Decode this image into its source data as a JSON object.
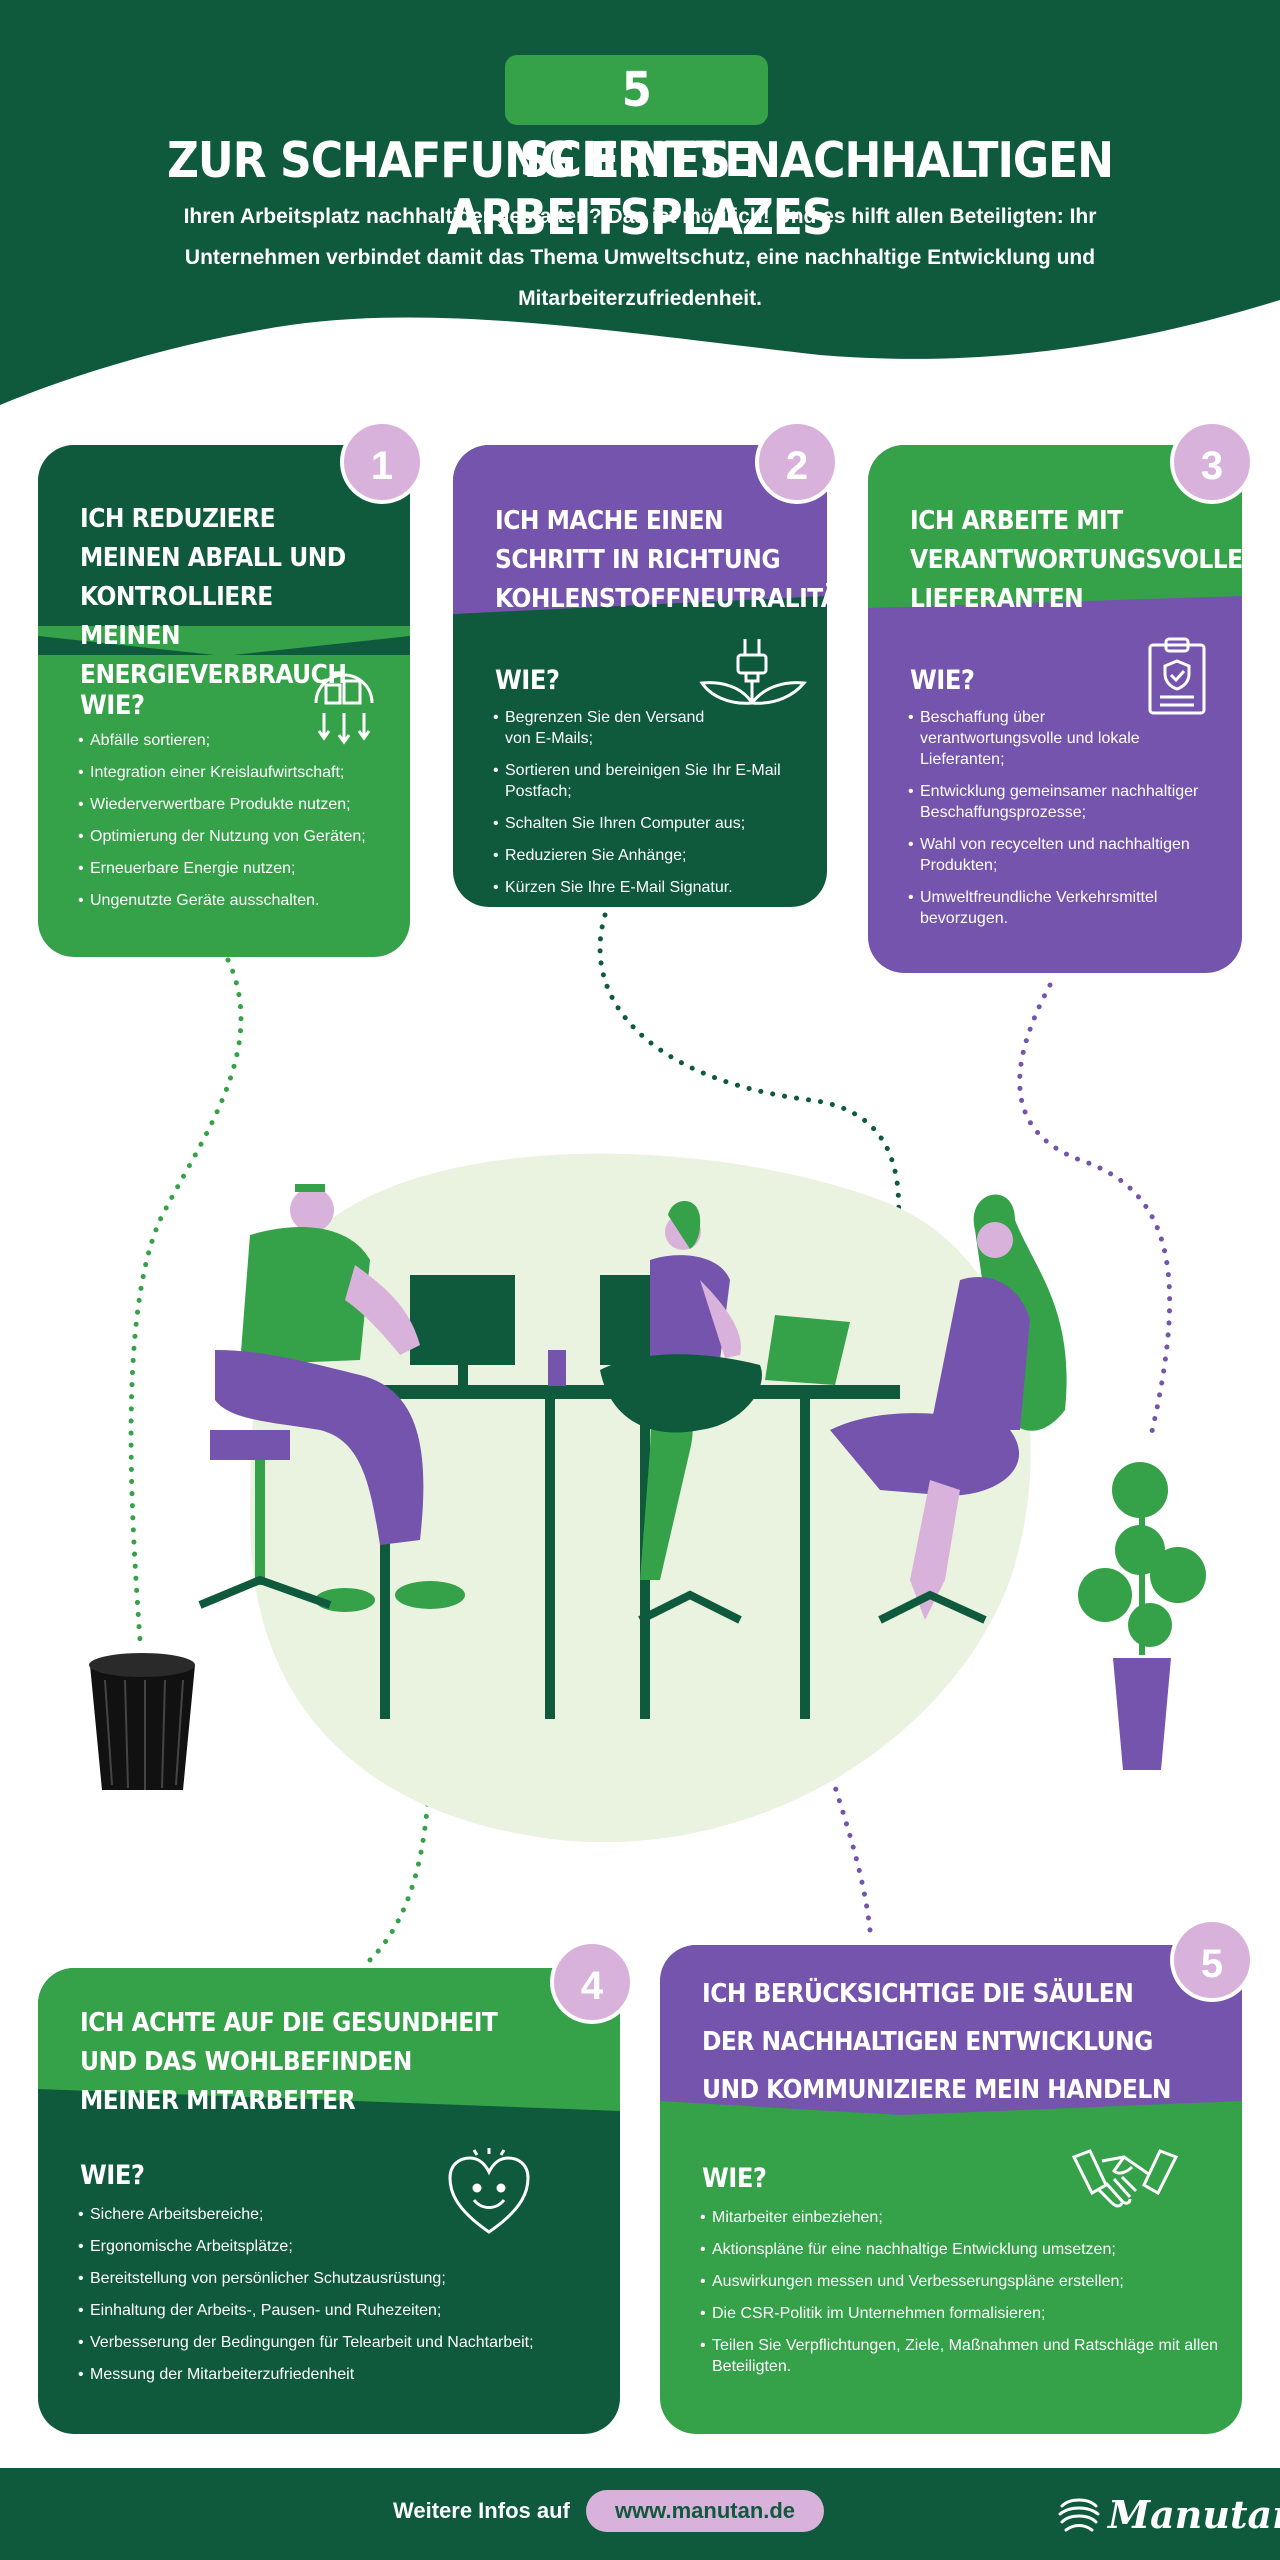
{
  "header": {
    "pill": "5 SCHRITTE",
    "title": "ZUR SCHAFFUNG EINES NACHHALTIGEN ARBEITSPLAZES",
    "intro": "Ihren Arbeitsplatz nachhaltiger gestalten? Das ist möglich! Und es hilft allen Beteiligten: Ihr Unternehmen verbindet damit das Thema Umweltschutz, eine nachhaltige Entwicklung und Mitarbeiterzufriedenheit."
  },
  "steps": [
    {
      "number": "1",
      "title": "ICH REDUZIERE MEINEN ABFALL UND KONTROLLIERE MEINEN ENERGIEVERBRAUCH",
      "wie": "WIE?",
      "icon": "recycling-icon",
      "items": [
        "Abfälle sortieren;",
        "Integration einer Kreislaufwirtschaft;",
        "Wiederverwertbare Produkte nutzen;",
        "Optimierung der Nutzung von Geräten;",
        "Erneuerbare Energie nutzen;",
        "Ungenutzte Geräte ausschalten."
      ]
    },
    {
      "number": "2",
      "title": "ICH MACHE EINEN SCHRITT IN RICHTUNG KOHLENSTOFFNEUTRALITÄT",
      "wie": "WIE?",
      "icon": "eco-plug-icon",
      "items": [
        "Begrenzen Sie den Versand von E-Mails;",
        "Sortieren und bereinigen Sie Ihr E-Mail Postfach;",
        "Schalten Sie Ihren Computer aus;",
        "Reduzieren Sie Anhänge;",
        "Kürzen Sie Ihre E-Mail Signatur."
      ]
    },
    {
      "number": "3",
      "title": "ICH ARBEITE MIT VERANTWORTUNGSVOLLEN LIEFERANTEN",
      "wie": "WIE?",
      "icon": "clipboard-shield-icon",
      "items": [
        "Beschaffung über verantwortungsvolle und lokale Lieferanten;",
        "Entwicklung gemeinsamer nachhaltiger Beschaffungsprozesse;",
        "Wahl von recycelten und nachhaltigen Produkten;",
        "Umweltfreundliche Verkehrsmittel bevorzugen."
      ]
    },
    {
      "number": "4",
      "title": "ICH ACHTE AUF DIE GESUNDHEIT UND DAS WOHLBEFINDEN MEINER MITARBEITER",
      "wie": "WIE?",
      "icon": "smiling-heart-icon",
      "items": [
        "Sichere Arbeitsbereiche;",
        "Ergonomische Arbeitsplätze;",
        "Bereitstellung von persönlicher Schutzausrüstung;",
        "Einhaltung der Arbeits-, Pausen- und Ruhezeiten;",
        "Verbesserung der Bedingungen für Telearbeit und Nachtarbeit;",
        "Messung der Mitarbeiterzufriedenheit"
      ]
    },
    {
      "number": "5",
      "title": "ICH BERÜCKSICHTIGE DIE SÄULEN DER NACHHALTIGEN ENTWICKLUNG UND KOMMUNIZIERE MEIN HANDELN",
      "wie": "WIE?",
      "icon": "handshake-icon",
      "items": [
        "Mitarbeiter einbeziehen;",
        "Aktionspläne für eine nachhaltige Entwicklung umsetzen;",
        "Auswirkungen messen und Verbesserungspläne erstellen;",
        "Die CSR-Politik im Unternehmen formalisieren;",
        "Teilen Sie Verpflichtungen, Ziele, Maßnahmen und Ratschläge mit allen Beteiligten."
      ]
    }
  ],
  "footer": {
    "label": "Weitere Infos auf",
    "url": "www.manutan.de",
    "brand": "Manutan"
  },
  "colors": {
    "dark_green": "#0f5a3c",
    "green": "#35a148",
    "purple": "#7454ad",
    "pink": "#d9b2db",
    "light_green": "#e9f3e0"
  }
}
